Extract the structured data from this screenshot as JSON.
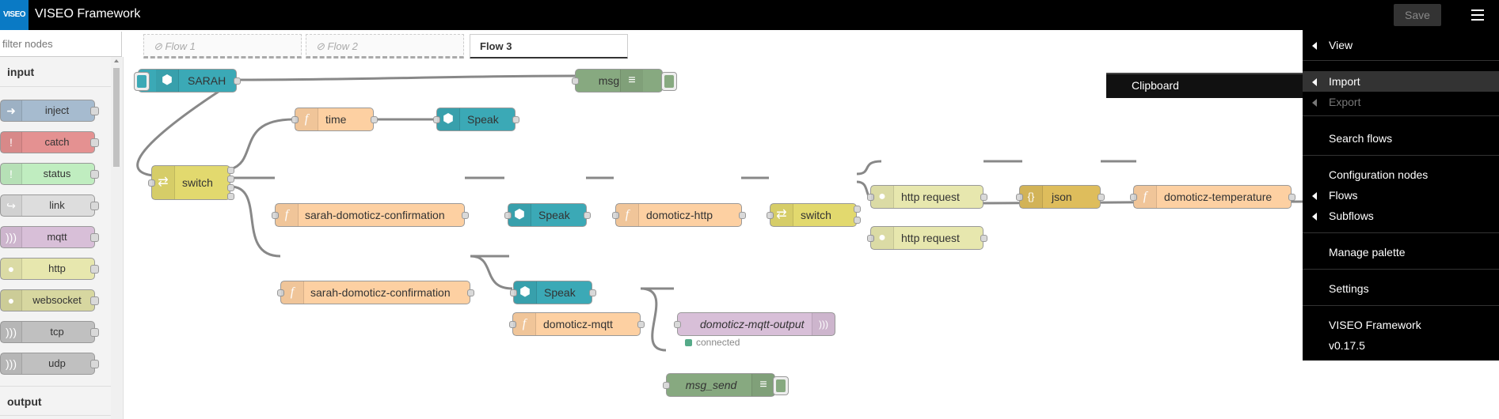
{
  "header": {
    "logo_text": "VISEO",
    "title": "VISEO Framework",
    "save_label": "Save"
  },
  "palette": {
    "filter_placeholder": "filter nodes",
    "categories": [
      {
        "label": "input",
        "nodes": [
          {
            "label": "inject",
            "icon": "arrow-right-icon",
            "color": "#a6bbcf"
          },
          {
            "label": "catch",
            "icon": "alert-icon",
            "color": "#e49191"
          },
          {
            "label": "status",
            "icon": "alert-icon",
            "color": "#c0edc0"
          },
          {
            "label": "link",
            "icon": "link-icon",
            "color": "#dddddd"
          },
          {
            "label": "mqtt",
            "icon": "bridge-icon",
            "color": "#d8bfd8"
          },
          {
            "label": "http",
            "icon": "globe-icon",
            "color": "#e7e7ae"
          },
          {
            "label": "websocket",
            "icon": "globe-icon",
            "color": "#d7d7a0"
          },
          {
            "label": "tcp",
            "icon": "bridge-icon",
            "color": "#c0c0c0"
          },
          {
            "label": "udp",
            "icon": "bridge-icon",
            "color": "#c0c0c0"
          }
        ]
      },
      {
        "label": "output",
        "nodes": []
      }
    ]
  },
  "tabs": [
    {
      "label": "Flow 1",
      "disabled": true
    },
    {
      "label": "Flow 2",
      "disabled": true
    },
    {
      "label": "Flow 3",
      "active": true
    }
  ],
  "flow": {
    "nodes": {
      "sarah": {
        "label": "SARAH",
        "color": "#3ba9b6"
      },
      "msg": {
        "label": "msg",
        "color": "#87a980"
      },
      "switch1": {
        "label": "switch",
        "color": "#e2d96e"
      },
      "time": {
        "label": "time",
        "color": "#fdd0a2"
      },
      "speak1": {
        "label": "Speak",
        "color": "#3ba9b6"
      },
      "confirm1": {
        "label": "sarah-domoticz-confirmation",
        "color": "#fdd0a2"
      },
      "speak2": {
        "label": "Speak",
        "color": "#3ba9b6"
      },
      "domhttp": {
        "label": "domoticz-http",
        "color": "#fdd0a2"
      },
      "switch2": {
        "label": "switch",
        "color": "#e2d96e"
      },
      "httpreq1": {
        "label": "http request",
        "color": "#e7e7ae"
      },
      "json": {
        "label": "json",
        "color": "#debd5c"
      },
      "domtemp": {
        "label": "domoticz-temperature",
        "color": "#fdd0a2"
      },
      "httpreq2": {
        "label": "http request",
        "color": "#e7e7ae"
      },
      "confirm2": {
        "label": "sarah-domoticz-confirmation",
        "color": "#fdd0a2"
      },
      "speak3": {
        "label": "Speak",
        "color": "#3ba9b6"
      },
      "dommqtt": {
        "label": "domoticz-mqtt",
        "color": "#fdd0a2"
      },
      "mqttout": {
        "label": "domoticz-mqtt-output",
        "color": "#d8bfd8",
        "status": "connected"
      },
      "msgsend": {
        "label": "msg_send",
        "color": "#87a980"
      }
    }
  },
  "menu": {
    "items": [
      {
        "label": "View",
        "submenu": true
      },
      {
        "label": "Import",
        "submenu": true,
        "hover": true
      },
      {
        "label": "Export",
        "submenu": true,
        "disabled": true
      },
      {
        "label": "Search flows"
      },
      {
        "label": "Configuration nodes"
      },
      {
        "label": "Flows",
        "submenu": true
      },
      {
        "label": "Subflows",
        "submenu": true
      },
      {
        "label": "Manage palette"
      },
      {
        "label": "Settings"
      },
      {
        "label": "VISEO Framework"
      },
      {
        "label": "v0.17.5"
      }
    ],
    "import_submenu": {
      "label": "Clipboard"
    }
  }
}
